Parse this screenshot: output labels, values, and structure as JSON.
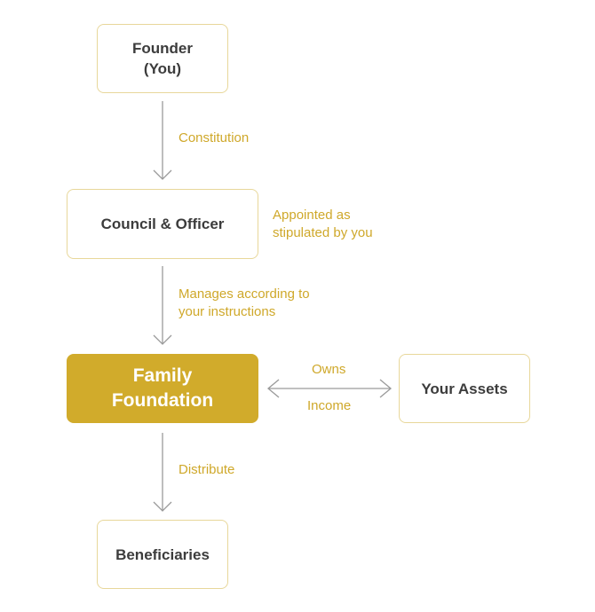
{
  "nodes": {
    "founder": "Founder\n(You)",
    "council": "Council & Officer",
    "foundation": "Family\nFoundation",
    "assets": "Your Assets",
    "beneficiaries": "Beneficiaries"
  },
  "edges": {
    "constitution": "Constitution",
    "appointed": "Appointed as\nstipulated by you",
    "manages": "Manages according to\nyour instructions",
    "owns": "Owns",
    "income": "Income",
    "distribute": "Distribute"
  },
  "colors": {
    "accent": "#d1ab2b",
    "border": "#e8d79a",
    "arrow": "#999999"
  }
}
